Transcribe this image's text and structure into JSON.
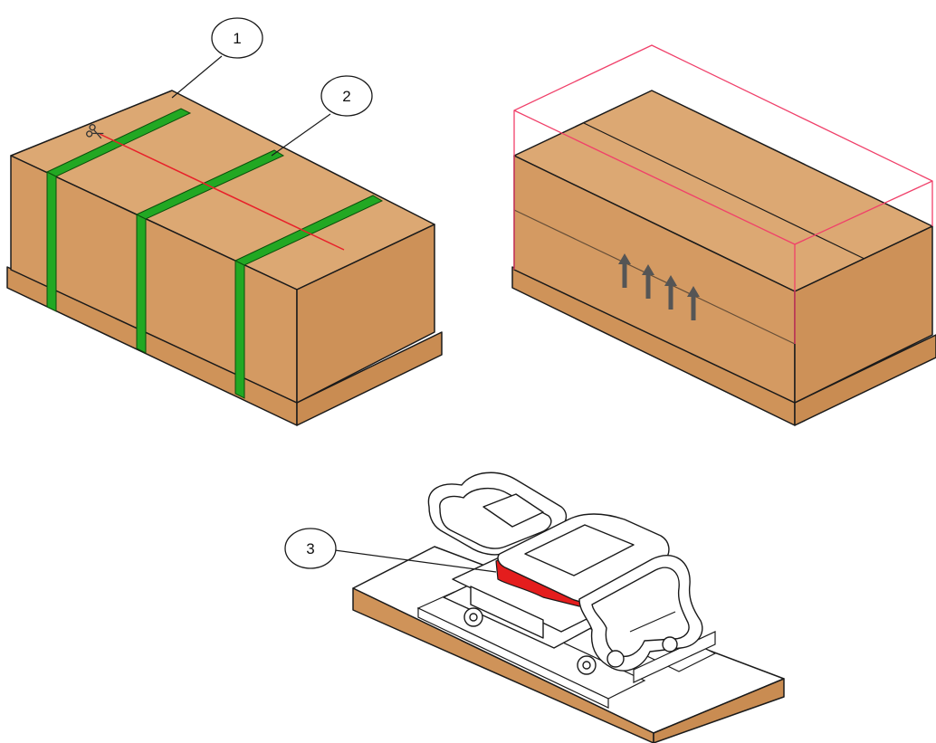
{
  "callouts": [
    {
      "id": "1",
      "label": "1"
    },
    {
      "id": "2",
      "label": "2"
    },
    {
      "id": "3",
      "label": "3"
    }
  ],
  "colors": {
    "cardboard": "#d49a62",
    "cardboard_light": "#dfae7c",
    "cardboard_dark": "#c58a52",
    "strap": "#22a823",
    "cut_line": "#e8202a",
    "lid_outline": "#f0406a",
    "highlight_part": "#e41d1d",
    "arrow": "#555555",
    "line": "#1a1a1a"
  },
  "icons": {
    "cut_tool": "scissors-icon",
    "orientation_arrows": "this-side-up-arrows-icon"
  }
}
